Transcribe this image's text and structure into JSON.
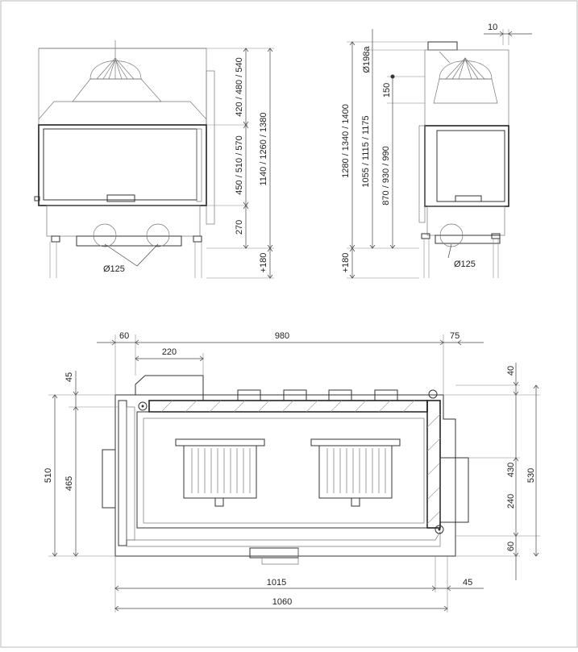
{
  "labels": {
    "front_d_top": "420 / 480 / 540",
    "front_d_mid": "450 / 510 / 570",
    "front_d_bot": "270",
    "front_d_total": "1140 / 1260 / 1380",
    "front_d_leg": "+180",
    "front_d_pipe": "Ø125",
    "side_d_top": "10",
    "side_d_flue": "Ø198a",
    "side_d_150": "150",
    "side_d_total": "1280 / 1340 / 1400",
    "side_d_a": "1055 / 1115 / 1175",
    "side_d_b": "870 / 930 / 990",
    "side_d_leg": "+180",
    "side_d_pipe": "Ø125",
    "plan_d_60l": "60",
    "plan_d_980": "980",
    "plan_d_75": "75",
    "plan_d_220": "220",
    "plan_d_45t": "45",
    "plan_d_40": "40",
    "plan_d_510": "510",
    "plan_d_465": "465",
    "plan_d_430": "430",
    "plan_d_530": "530",
    "plan_d_240": "240",
    "plan_d_60r": "60",
    "plan_d_1015": "1015",
    "plan_d_45b": "45",
    "plan_d_1060": "1060"
  }
}
